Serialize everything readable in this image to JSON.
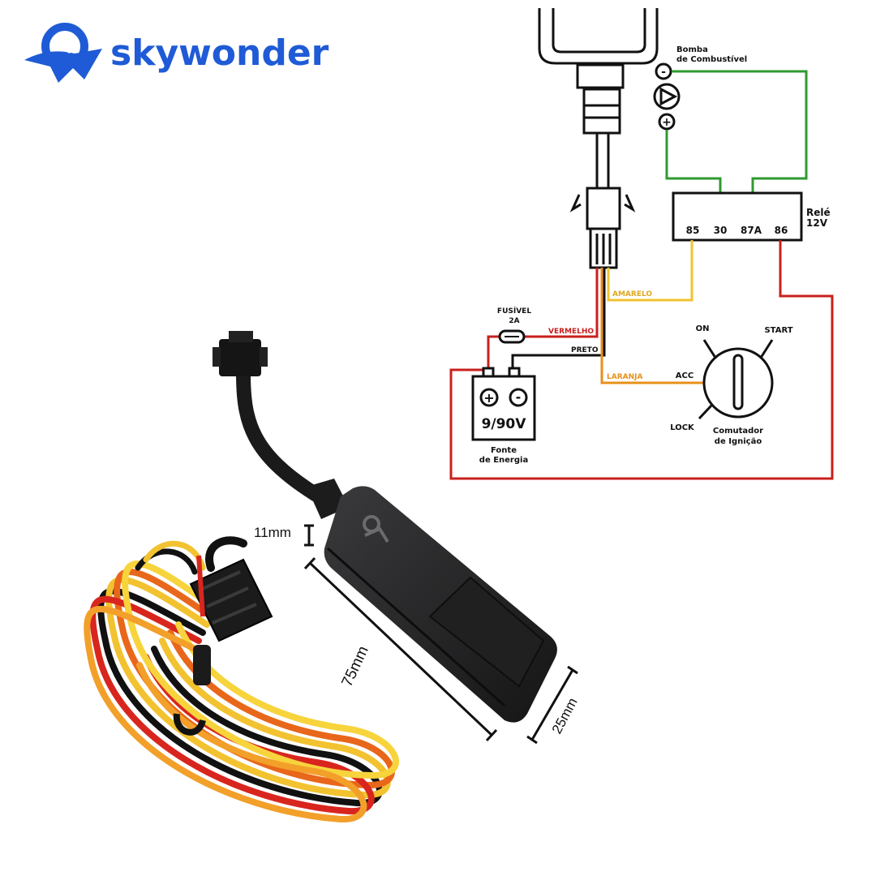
{
  "brand": {
    "name": "skywonder",
    "color": "#1f5bd6",
    "icon": "skywonder-logo-icon"
  },
  "diagram": {
    "pump": {
      "label_line1": "Bomba",
      "label_line2": "de Combustível",
      "minus": "-",
      "plus": "+"
    },
    "relay": {
      "label_line1": "Relé",
      "label_line2": "12V",
      "pins": [
        "85",
        "30",
        "87A",
        "86"
      ]
    },
    "fuse": {
      "label_line1": "FUSÍVEL",
      "label_line2": "2A"
    },
    "wires": {
      "red": "VERMELHO",
      "yellow": "AMARELO",
      "black": "PRETO",
      "orange": "LARANJA"
    },
    "battery": {
      "voltage": "9/90V",
      "plus": "+",
      "minus": "-",
      "label_line1": "Fonte",
      "label_line2": "de Energia"
    },
    "ignition": {
      "on": "ON",
      "start": "START",
      "acc": "ACC",
      "lock": "LOCK",
      "label_line1": "Comutador",
      "label_line2": "de Ignição"
    },
    "colors": {
      "red": "#c8201e",
      "yellow": "#f2c230",
      "black": "#111111",
      "orange": "#e8901a",
      "green": "#2f9a2f"
    }
  },
  "dimensions": {
    "height": "11mm",
    "length": "75mm",
    "width": "25mm"
  }
}
